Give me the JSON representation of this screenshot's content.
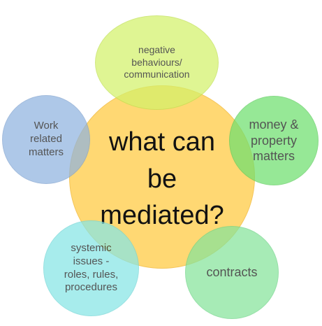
{
  "diagram": {
    "center": "what can\nbe\nmediated?",
    "nodes": {
      "top": "negative\nbehaviours/\ncommunication",
      "left": "Work\nrelated\nmatters",
      "right": "money &\nproperty\nmatters",
      "bottom_left": "systemic\nissues -\nroles, rules,\nprocedures",
      "bottom_right": "contracts"
    },
    "colors": {
      "center": "#ffd873",
      "top": "#d4f26a",
      "left": "#8fb4e0",
      "right": "#6fe06f",
      "bottom_left": "#86e6e6",
      "bottom_right": "#86e49a"
    }
  }
}
